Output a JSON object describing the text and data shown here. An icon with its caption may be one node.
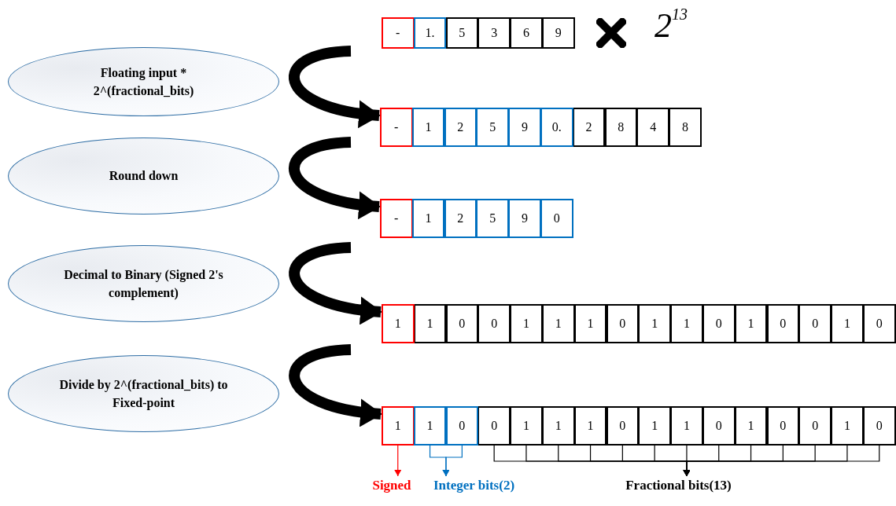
{
  "diagram": {
    "nodes": [
      {
        "text": [
          "Floating input * 2^(fractional_bits)"
        ]
      },
      {
        "text": [
          "Round down"
        ]
      },
      {
        "text": [
          "Decimal to Binary (Signed 2's complement)"
        ]
      },
      {
        "text": [
          "Divide by 2^(fractional_bits) to Fixed-point"
        ]
      },
      {
        "text": [
          "-"
        ]
      },
      {
        "text": [
          "1."
        ]
      },
      {
        "text": [
          "5"
        ]
      },
      {
        "text": [
          "3"
        ]
      },
      {
        "text": [
          "6"
        ]
      },
      {
        "text": [
          "9"
        ]
      },
      {
        "text": [
          "-"
        ]
      },
      {
        "text": [
          "1"
        ]
      },
      {
        "text": [
          "2"
        ]
      },
      {
        "text": [
          "5"
        ]
      },
      {
        "text": [
          "9"
        ]
      },
      {
        "text": [
          "0."
        ]
      },
      {
        "text": [
          "2"
        ]
      },
      {
        "text": [
          "8"
        ]
      },
      {
        "text": [
          "4"
        ]
      },
      {
        "text": [
          "8"
        ]
      },
      {
        "text": [
          "-"
        ]
      },
      {
        "text": [
          "1"
        ]
      },
      {
        "text": [
          "2"
        ]
      },
      {
        "text": [
          "5"
        ]
      },
      {
        "text": [
          "9"
        ]
      },
      {
        "text": [
          "0"
        ]
      },
      {
        "text": [
          "1"
        ]
      },
      {
        "text": [
          "1"
        ]
      },
      {
        "text": [
          "0"
        ]
      },
      {
        "text": [
          "0"
        ]
      },
      {
        "text": [
          "1"
        ]
      },
      {
        "text": [
          "1"
        ]
      },
      {
        "text": [
          "1"
        ]
      },
      {
        "text": [
          "0"
        ]
      },
      {
        "text": [
          "1"
        ]
      },
      {
        "text": [
          "1"
        ]
      },
      {
        "text": [
          "0"
        ]
      },
      {
        "text": [
          "1"
        ]
      },
      {
        "text": [
          "0"
        ]
      },
      {
        "text": [
          "0"
        ]
      },
      {
        "text": [
          "1"
        ]
      },
      {
        "text": [
          "0"
        ]
      },
      {
        "text": [
          "1"
        ]
      },
      {
        "text": [
          "1"
        ]
      },
      {
        "text": [
          "0"
        ]
      },
      {
        "text": [
          "0"
        ]
      },
      {
        "text": [
          "1"
        ]
      },
      {
        "text": [
          "1"
        ]
      },
      {
        "text": [
          "1"
        ]
      },
      {
        "text": [
          "0"
        ]
      },
      {
        "text": [
          "1"
        ]
      },
      {
        "text": [
          "1"
        ]
      },
      {
        "text": [
          "0"
        ]
      },
      {
        "text": [
          "1"
        ]
      },
      {
        "text": [
          "0"
        ]
      },
      {
        "text": [
          "0"
        ]
      },
      {
        "text": [
          "1"
        ]
      },
      {
        "text": [
          "0"
        ]
      },
      {
        "text": [
          "Signed"
        ]
      },
      {
        "text": [
          "Integer bits(2)"
        ]
      },
      {
        "text": [
          "Fractional bits(13)"
        ]
      }
    ],
    "edges": [
      {
        "from": null,
        "to": 10,
        "arrow": "to",
        "style": "thick"
      },
      {
        "from": null,
        "to": 20,
        "arrow": "to",
        "style": "thick"
      },
      {
        "from": null,
        "to": 26,
        "arrow": "to",
        "style": "thick"
      },
      {
        "from": null,
        "to": 42,
        "arrow": "to",
        "style": "thick"
      },
      {
        "from": 42,
        "to": 58,
        "arrow": "to",
        "color": "#ff0000"
      },
      {
        "from": 43,
        "to": 59,
        "arrow": "to",
        "color": "#0070c0"
      },
      {
        "from": 44,
        "to": 59,
        "arrow": "to",
        "color": "#0070c0"
      },
      {
        "from": 45,
        "to": 60,
        "arrow": "to"
      },
      {
        "from": 46,
        "to": 60,
        "arrow": "to"
      },
      {
        "from": 47,
        "to": 60,
        "arrow": "to"
      },
      {
        "from": 48,
        "to": 60,
        "arrow": "to"
      },
      {
        "from": 49,
        "to": 60,
        "arrow": "to"
      },
      {
        "from": 50,
        "to": 60,
        "arrow": "to"
      },
      {
        "from": 51,
        "to": 60,
        "arrow": "to"
      },
      {
        "from": 52,
        "to": 60,
        "arrow": "to"
      },
      {
        "from": 53,
        "to": 60,
        "arrow": "to"
      },
      {
        "from": 54,
        "to": 60,
        "arrow": "to"
      },
      {
        "from": 55,
        "to": 60,
        "arrow": "to"
      },
      {
        "from": 56,
        "to": 60,
        "arrow": "to"
      },
      {
        "from": 57,
        "to": 60,
        "arrow": "to"
      }
    ],
    "labels": [
      "2$^{13}$"
    ]
  }
}
